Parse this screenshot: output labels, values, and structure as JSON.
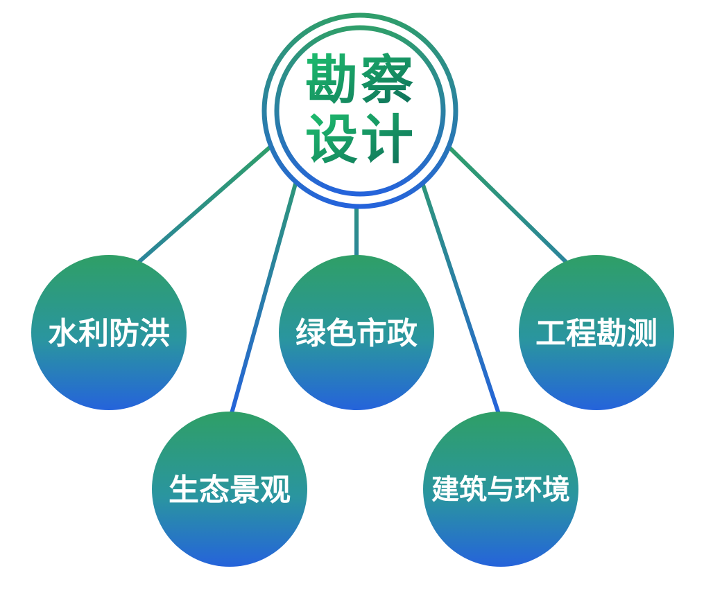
{
  "center": {
    "line1": "勘察",
    "line2": "设计"
  },
  "nodes": [
    {
      "label": "水利防洪"
    },
    {
      "label": "生态景观"
    },
    {
      "label": "绿色市政"
    },
    {
      "label": "建筑与环境"
    },
    {
      "label": "工程勘测"
    }
  ],
  "colors": {
    "green": "#2e9e6a",
    "teal": "#2a9a8c",
    "blue": "#2366d8",
    "text_green": "#19b36a",
    "text_dark_green": "#0f6e5a"
  }
}
